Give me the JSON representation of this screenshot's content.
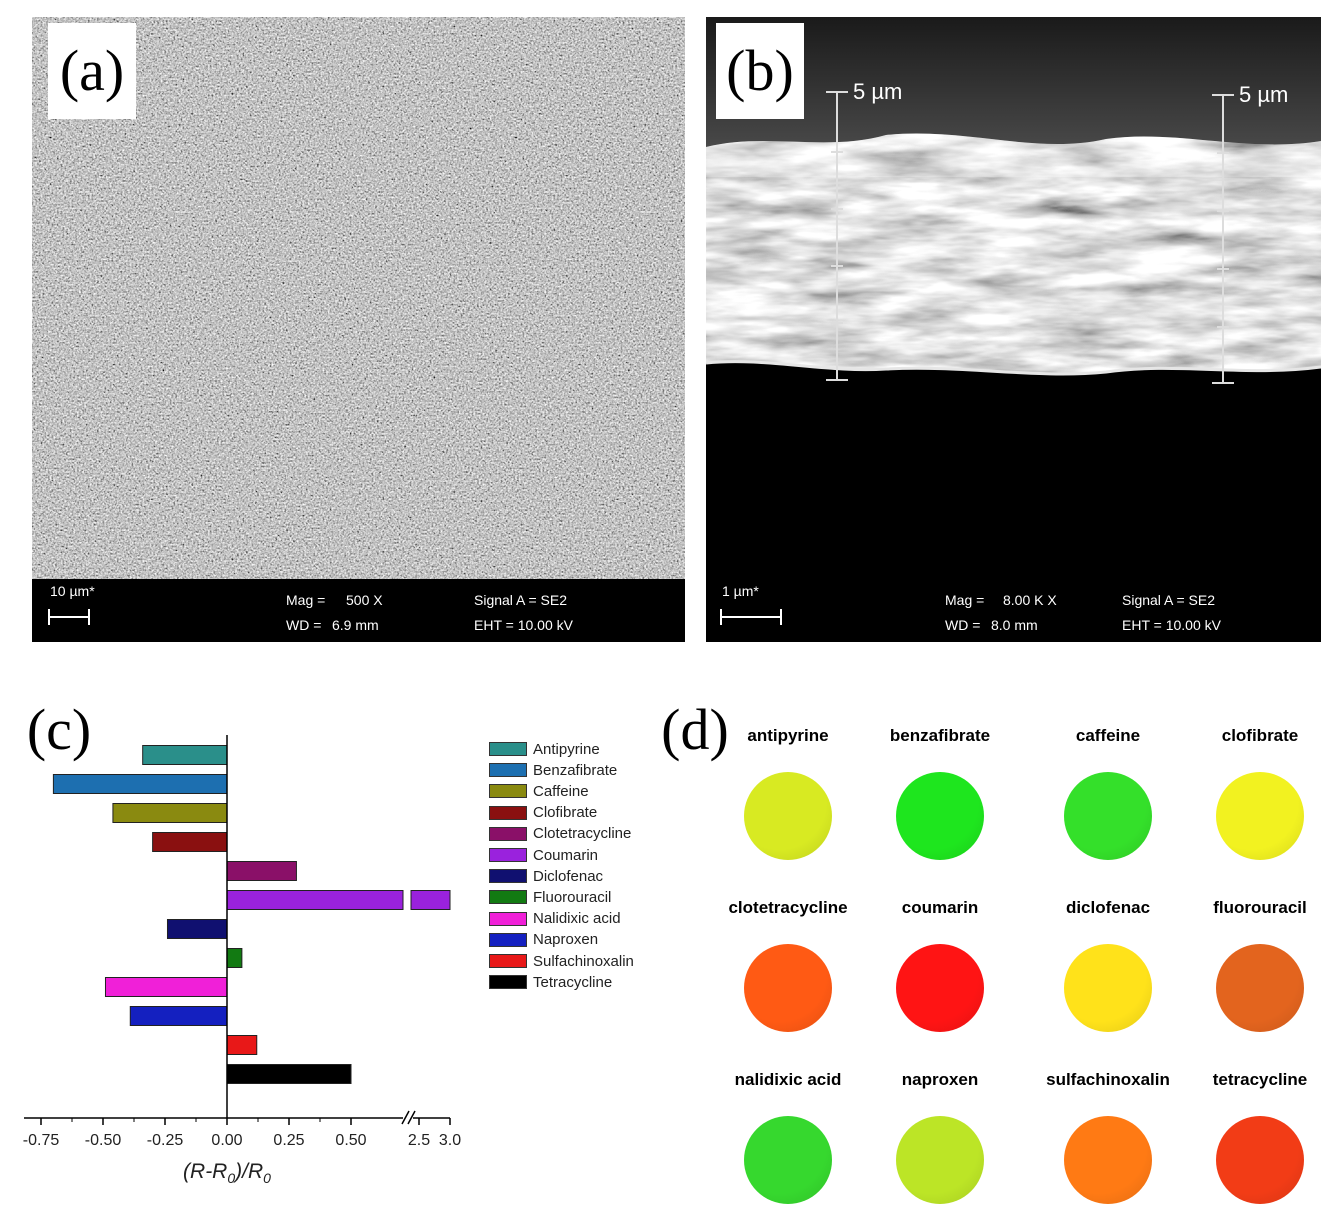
{
  "panel_a": {
    "label": "(a)",
    "scale_text": "10 µm*",
    "mag_label": "Mag =",
    "mag_value": "500 X",
    "wd_label": "WD =",
    "wd_value": "6.9 mm",
    "signal": "Signal A = SE2",
    "eht": "EHT = 10.00 kV"
  },
  "panel_b": {
    "label": "(b)",
    "ruler1": "5 µm",
    "ruler2": "5 µm",
    "scale_text": "1 µm*",
    "mag_label": "Mag =",
    "mag_value": "8.00 K X",
    "wd_label": "WD =",
    "wd_value": "8.0 mm",
    "signal": "Signal A = SE2",
    "eht": "EHT = 10.00 kV"
  },
  "panel_c": {
    "label": "(c)"
  },
  "panel_d": {
    "label": "(d)",
    "spots": [
      {
        "name": "antipyrine",
        "color": "#d8ea22"
      },
      {
        "name": "benzafibrate",
        "color": "#1ee61e"
      },
      {
        "name": "caffeine",
        "color": "#34e02a"
      },
      {
        "name": "clofibrate",
        "color": "#f2f220"
      },
      {
        "name": "clotetracycline",
        "color": "#ff5a14"
      },
      {
        "name": "coumarin",
        "color": "#ff1414"
      },
      {
        "name": "diclofenac",
        "color": "#ffe21a"
      },
      {
        "name": "fluorouracil",
        "color": "#e3641e"
      },
      {
        "name": "nalidixic acid",
        "color": "#36d82e"
      },
      {
        "name": "naproxen",
        "color": "#bce526"
      },
      {
        "name": "sulfachinoxalin",
        "color": "#ff7a14"
      },
      {
        "name": "tetracycline",
        "color": "#f23c16"
      }
    ]
  },
  "chart_data": {
    "type": "bar",
    "orientation": "horizontal",
    "xlabel": "(R-R0)/R0",
    "xlim": [
      -0.75,
      3.0
    ],
    "axis_break": [
      0.5,
      2.5
    ],
    "xticks": [
      "-0.75",
      "-0.50",
      "-0.25",
      "0.00",
      "0.25",
      "0.50",
      "2.5",
      "3.0"
    ],
    "categories": [
      "Antipyrine",
      "Benzafibrate",
      "Caffeine",
      "Clofibrate",
      "Clotetracycline",
      "Coumarin",
      "Diclofenac",
      "Fluorouracil",
      "Nalidixic acid",
      "Naproxen",
      "Sulfachinoxalin",
      "Tetracycline"
    ],
    "values": [
      -0.34,
      -0.7,
      -0.46,
      -0.3,
      0.28,
      3.0,
      -0.24,
      0.06,
      -0.49,
      -0.39,
      0.12,
      0.5
    ],
    "colors": [
      "#2a8f8a",
      "#1d6fb0",
      "#8a8a10",
      "#8a1010",
      "#8a1068",
      "#9a22dd",
      "#101070",
      "#127a12",
      "#f020d8",
      "#1420c0",
      "#e81818",
      "#000000"
    ],
    "legend_position": "right"
  }
}
